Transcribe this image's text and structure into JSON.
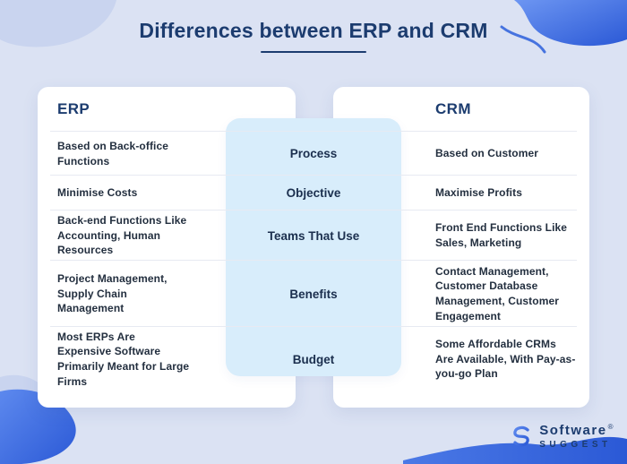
{
  "title": "Differences between ERP and CRM",
  "table": {
    "erp_header": "ERP",
    "crm_header": "CRM",
    "rows": [
      {
        "erp": "Based on Back-office Functions",
        "label": "Process",
        "crm": "Based on Customer"
      },
      {
        "erp": "Minimise Costs",
        "label": "Objective",
        "crm": "Maximise Profits"
      },
      {
        "erp": "Back-end Functions Like Accounting, Human Resources",
        "label": "Teams That Use",
        "crm": "Front End Functions Like Sales, Marketing"
      },
      {
        "erp": "Project Management, Supply Chain Management",
        "label": "Benefits",
        "crm": "Contact Management, Customer Database Management, Customer Engagement"
      },
      {
        "erp": "Most ERPs Are Expensive Software Primarily Meant for Large Firms",
        "label": "Budget",
        "crm": "Some Affordable CRMs Are Available, With Pay-as-you-go Plan"
      }
    ]
  },
  "branding": {
    "name_line1": "Software",
    "name_line2": "Suggest",
    "registered_mark": "®"
  },
  "colors": {
    "background": "#dbe2f3",
    "panel": "#ffffff",
    "center_column": "#d8edfb",
    "heading": "#1c3c6f",
    "body_text": "#232f3f",
    "divider": "#e7eaf2",
    "accent_blue": "#3f6fdd",
    "lavender": "#c9d4ef"
  }
}
